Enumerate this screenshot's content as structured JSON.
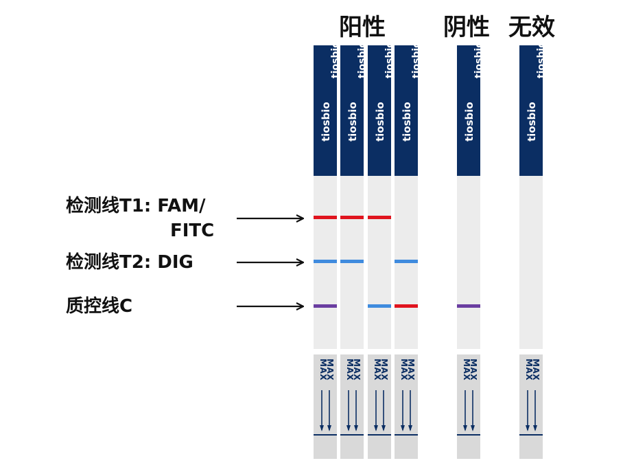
{
  "headings": {
    "positive": "阳性",
    "negative": "阴性",
    "invalid": "无效"
  },
  "labels": {
    "t1_line1": "检测线T1: FAM/",
    "t1_line2": "FITC",
    "t2": "检测线T2: DIG",
    "control": "质控线C"
  },
  "strip_text": {
    "brand": "tiosbio",
    "max": "MAX"
  },
  "colors": {
    "header": "#0b2e63",
    "red": "#e0141e",
    "blue": "#3f8bde",
    "purple": "#6a3ea1",
    "strip_body": "#ececec",
    "pad": "#d9d9d9"
  },
  "strips": [
    {
      "group": "positive",
      "t1": "red",
      "t2": "blue",
      "c": "purple"
    },
    {
      "group": "positive",
      "t1": "red",
      "t2": "blue",
      "c": null
    },
    {
      "group": "positive",
      "t1": "red",
      "t2": null,
      "c": "blue"
    },
    {
      "group": "positive",
      "t1": null,
      "t2": "blue",
      "c": "red"
    },
    {
      "group": "negative",
      "t1": null,
      "t2": null,
      "c": "purple"
    },
    {
      "group": "invalid",
      "t1": null,
      "t2": null,
      "c": null,
      "short_header": true
    }
  ]
}
